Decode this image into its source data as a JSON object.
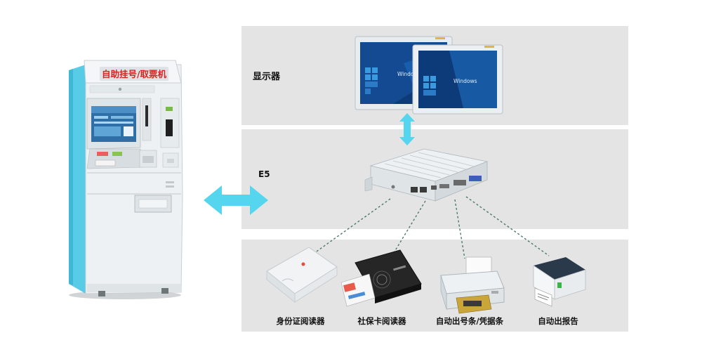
{
  "kiosk": {
    "banner": "自助挂号/取票机"
  },
  "sections": {
    "display": {
      "label": "显示器"
    },
    "controller": {
      "label": "E5"
    }
  },
  "monitor_screens": {
    "os_text": "Windows"
  },
  "devices": [
    {
      "id": "id-reader",
      "label": "身份证阅读器"
    },
    {
      "id": "social-card-reader",
      "label": "社保卡阅读器"
    },
    {
      "id": "ticket-printer",
      "label": "自动出号条/凭据条"
    },
    {
      "id": "report-printer",
      "label": "自动出报告"
    }
  ],
  "colors": {
    "panel": "#e4e4e4",
    "arrow": "#55d6ee",
    "dash": "#4a7a6a",
    "kiosk_body": "#e9ecee",
    "kiosk_side": "#58cbe6",
    "banner_text": "#d8231e"
  }
}
